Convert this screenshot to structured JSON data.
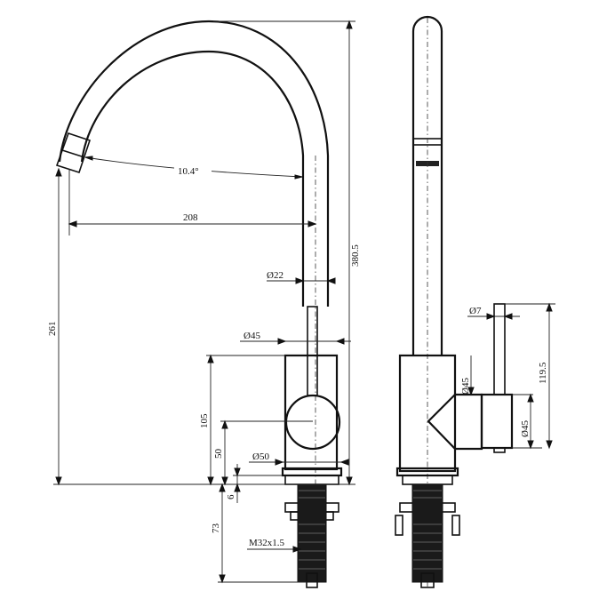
{
  "dimensions": {
    "spout_angle": "10.4°",
    "spout_reach": "208",
    "overall_height": "380.5",
    "spout_height": "261",
    "spout_diameter": "Ø22",
    "body_top_diameter": "Ø45",
    "body_height": "105",
    "lever_height": "50",
    "base_diameter": "Ø50",
    "base_thickness": "6",
    "thread_length": "73",
    "thread_spec": "M32x1.5",
    "lever_diameter": "Ø7",
    "side_body_diameter": "Ø45",
    "handle_diameter": "Ø45",
    "handle_height": "119.5"
  },
  "colors": {
    "line": "#111111",
    "background": "#ffffff"
  }
}
